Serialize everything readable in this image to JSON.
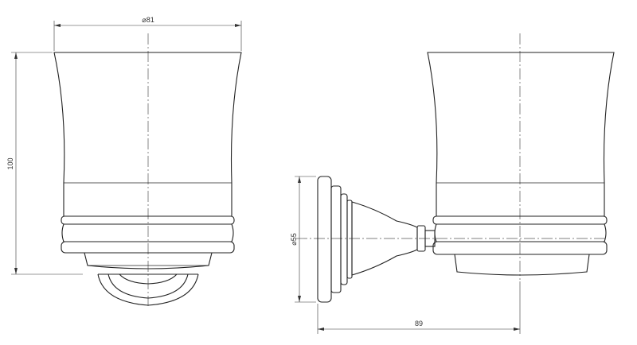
{
  "dimensions": {
    "cup_diameter": "⌀81",
    "height": "100",
    "base_diameter": "⌀55",
    "projection": "89"
  },
  "colors": {
    "line": "#222222",
    "background": "#ffffff"
  }
}
